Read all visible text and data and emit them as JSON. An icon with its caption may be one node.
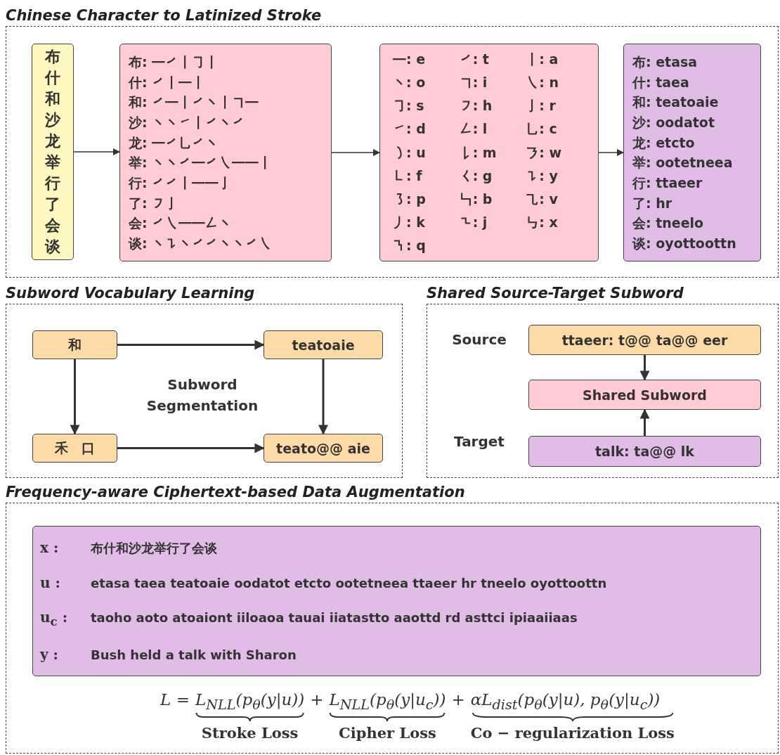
{
  "diagram": {
    "nodes": [
      {
        "text": [
          "Chinese Character to Latinized Stroke"
        ]
      },
      {
        "text": [
          "布什和沙龙举行了会谈"
        ],
        "in": 0
      },
      {
        "text": [
          "布: ㇐㇒㇑㇆㇑",
          "什: ㇒㇑㇐㇑",
          "和: ㇒㇐㇑㇒㇔㇑㇕㇐",
          "沙: ㇔㇔㇀㇑㇒㇔㇒",
          "龙: ㇐㇒㇟㇒㇔",
          "举: ㇔㇔㇒㇐㇒㇏㇐㇐㇑",
          "行: ㇒㇒㇑㇐㇐㇚",
          "了: ㇇㇚",
          "会: ㇒㇏㇐㇐㇜㇔",
          "谈: ㇔㇊㇔㇒㇒㇔㇔㇒㇏"
        ],
        "in": 0
      },
      {
        "text": [
          "㇐: e",
          "㇒: t",
          "㇑: a",
          "㇔: o",
          "㇕: i",
          "㇏: n",
          "㇆: s",
          "㇇: h",
          "㇚: r",
          "㇀: d",
          "㇜: l",
          "㇟: c",
          "㇁: u",
          "㇙: m",
          "㇋: w",
          "㇄: f",
          "㇛: g",
          "㇊: y",
          "㇌: p",
          "㇞: b",
          "㇈: v",
          "㇓: k",
          "㇍: j",
          "㇉: x",
          "㇎: q"
        ],
        "in": 0
      },
      {
        "text": [
          "布: etasa",
          "什: taea",
          "和: teatoaie",
          "沙: oodatot",
          "龙: etcto",
          "举: ootetneea",
          "行: ttaeer",
          "了: hr",
          "会: tneelo",
          "谈: oyottoottn"
        ],
        "in": 0
      },
      {
        "text": [
          "Subword Vocabulary Learning"
        ]
      },
      {
        "text": [
          "和"
        ],
        "in": 5
      },
      {
        "text": [
          "teatoaie"
        ],
        "in": 5
      },
      {
        "text": [
          "禾　口"
        ],
        "in": 5
      },
      {
        "text": [
          "teato@@ aie"
        ],
        "in": 5
      },
      {
        "text": [
          "Shared Source-Target Subword"
        ]
      },
      {
        "text": [
          "ttaeer:  t@@ ta@@ eer"
        ],
        "in": 10
      },
      {
        "text": [
          "Shared Subword"
        ],
        "in": 10
      },
      {
        "text": [
          "talk:  ta@@ lk"
        ],
        "in": 10
      },
      {
        "text": [
          "Frequency-aware Ciphertext-based Data Augmentation"
        ]
      },
      {
        "text": [
          "x :",
          "布什和沙龙举行了会谈",
          "u :",
          "etasa taea teatoaie oodatot etcto ootetneea ttaeer hr tneelo oyottoottn",
          "u$_{c}$ :",
          "taoho aoto atoaiont iiloaoa tauai iiatastto aaottd rd asttci ipiaaiiaas",
          "y :",
          "Bush held a talk with Sharon"
        ],
        "in": 14
      }
    ],
    "edges": [
      {
        "from": 1,
        "to": 2,
        "arrow": "to"
      },
      {
        "from": 2,
        "to": 3,
        "arrow": "to"
      },
      {
        "from": 3,
        "to": 4,
        "arrow": "to"
      },
      {
        "from": 6,
        "to": 7,
        "arrow": "to"
      },
      {
        "from": 6,
        "to": 8,
        "arrow": "to"
      },
      {
        "from": 7,
        "to": 9,
        "arrow": "to"
      },
      {
        "from": 8,
        "to": 9,
        "arrow": "to"
      },
      {
        "from": 11,
        "to": 12,
        "arrow": "to"
      },
      {
        "from": 13,
        "to": 12,
        "arrow": "to"
      }
    ],
    "labels": [
      "Subword Segmentation",
      "Source",
      "Target",
      "L =",
      "L$_{NLL}$(p$_{θ}$(y|u))",
      "+",
      "L$_{NLL}$(p$_{θ}$(y|u$_{c}$))",
      "+",
      "αL$_{dist}$(p$_{θ}$(y|u), p$_{θ}$(y|u$_{c}$))",
      "Stroke Loss",
      "Cipher Loss",
      "Co − regularization Loss"
    ]
  }
}
